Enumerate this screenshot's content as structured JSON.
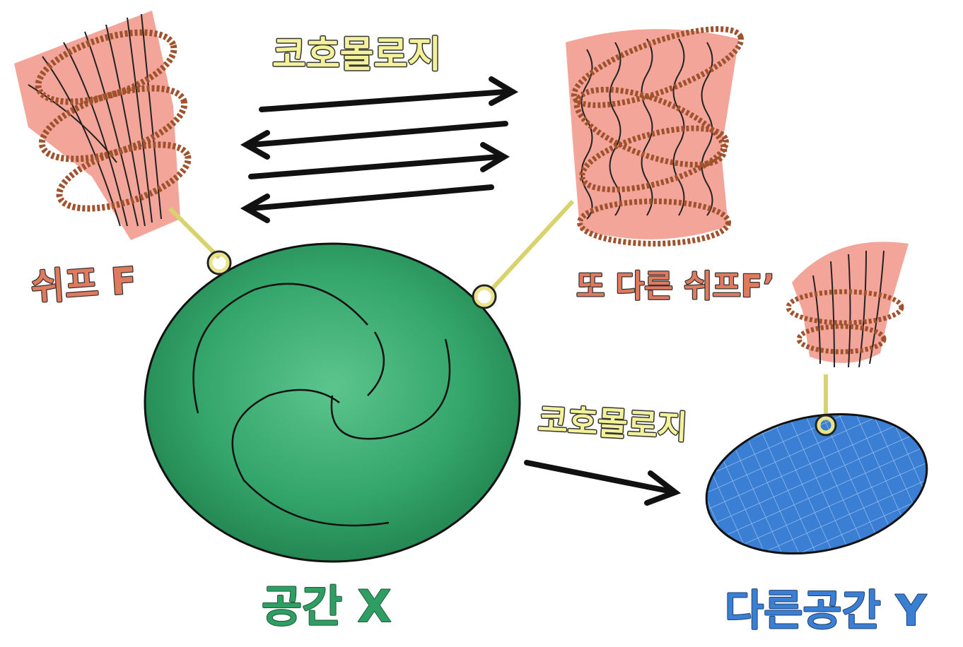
{
  "labels": {
    "cohomology_top": "코호몰로지",
    "sheaf_f": "쉬프 F",
    "another_sheaf": "또 다른 쉬프F’",
    "space_x": "공간 X",
    "cohomology_bottom": "코호몰로지",
    "another_space_y": "다른공간 Y"
  },
  "colors": {
    "sheaf_pink": "#f4a59a",
    "rope_brown": "#a0522d",
    "space_green": "#2f9e63",
    "space_blue": "#3b7fd4",
    "label_yellow": "#f3f29a",
    "label_red": "#e07a5f",
    "label_green": "#2f9e63",
    "label_blue": "#3b7fd4",
    "hook_yellow": "#e9e38a"
  }
}
